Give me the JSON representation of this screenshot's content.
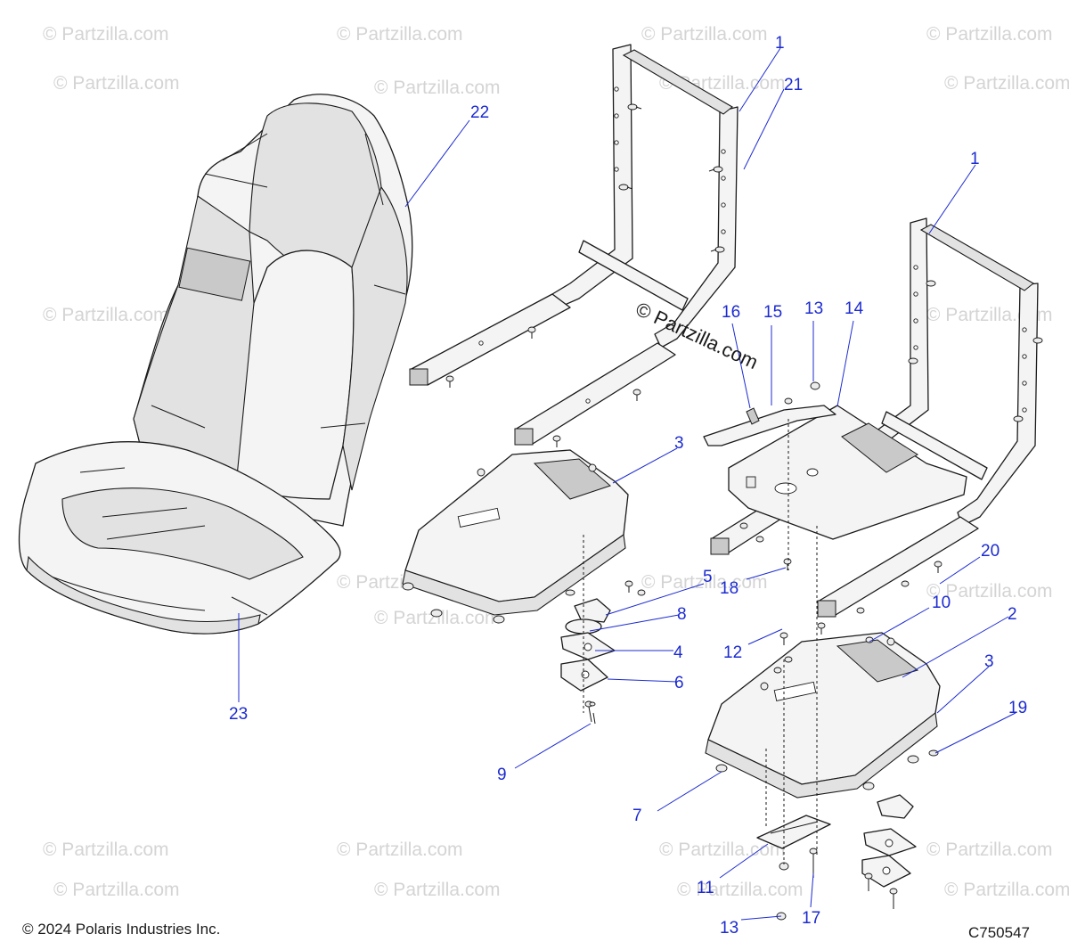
{
  "watermark": {
    "text": "© Partzilla.com",
    "center_text": "© Partzilla.com"
  },
  "callouts": {
    "c1a": "1",
    "c21": "21",
    "c1b": "1",
    "c22": "22",
    "c16": "16",
    "c15": "15",
    "c13a": "13",
    "c14": "14",
    "c3a": "3",
    "c5": "5",
    "c8": "8",
    "c4": "4",
    "c6": "6",
    "c9": "9",
    "c23": "23",
    "c18": "18",
    "c20": "20",
    "c10": "10",
    "c2": "2",
    "c12": "12",
    "c3b": "3",
    "c19": "19",
    "c7": "7",
    "c11": "11",
    "c13b": "13",
    "c17": "17"
  },
  "footer": {
    "copyright": "© 2024 Polaris Industries Inc.",
    "diagram_id": "C750547"
  },
  "colors": {
    "callout": "#1c2bd1",
    "linework": "#1a1a1a",
    "watermark": "#d4d4d4"
  }
}
